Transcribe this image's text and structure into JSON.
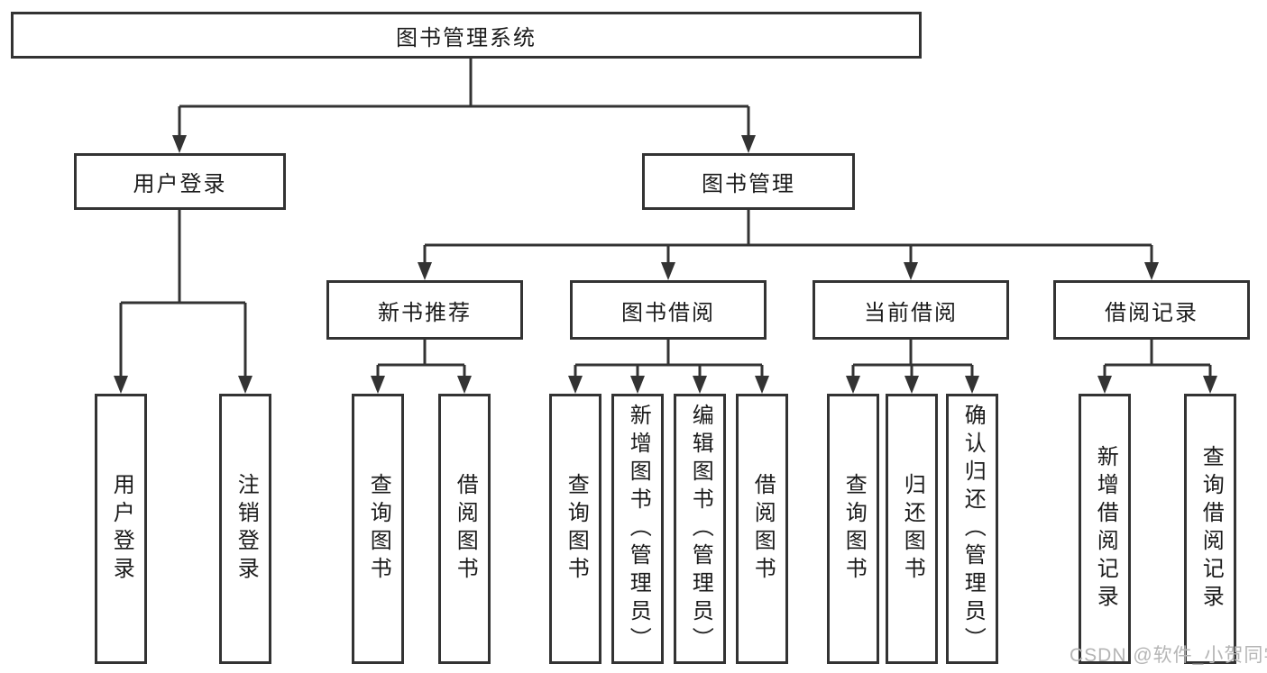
{
  "diagram": {
    "title_node": {
      "label": "图书管理系统"
    },
    "level2": [
      {
        "label": "用户登录"
      },
      {
        "label": "图书管理"
      }
    ],
    "level3": [
      {
        "label": "新书推荐"
      },
      {
        "label": "图书借阅"
      },
      {
        "label": "当前借阅"
      },
      {
        "label": "借阅记录"
      }
    ],
    "leaves": {
      "user_login": [
        {
          "label": "用户登录"
        },
        {
          "label": "注销登录"
        }
      ],
      "new_book_recommend": [
        {
          "label": "查询图书"
        },
        {
          "label": "借阅图书"
        }
      ],
      "book_borrow": [
        {
          "label": "查询图书"
        },
        {
          "label": "新增图书（管理员）"
        },
        {
          "label": "编辑图书（管理员）"
        },
        {
          "label": "借阅图书"
        }
      ],
      "current_borrow": [
        {
          "label": "查询图书"
        },
        {
          "label": "归还图书"
        },
        {
          "label": "确认归还（管理员）"
        }
      ],
      "borrow_record": [
        {
          "label": "新增借阅记录"
        },
        {
          "label": "查询借阅记录"
        }
      ]
    },
    "colors": {
      "line": "#333333",
      "box_border": "#333333",
      "box_fill": "#ffffff",
      "text": "#1b1b1b",
      "watermark_text": "#b5b5b5",
      "background": "#ffffff"
    }
  },
  "watermark": {
    "text": "CSDN @软件_小贺同学"
  }
}
